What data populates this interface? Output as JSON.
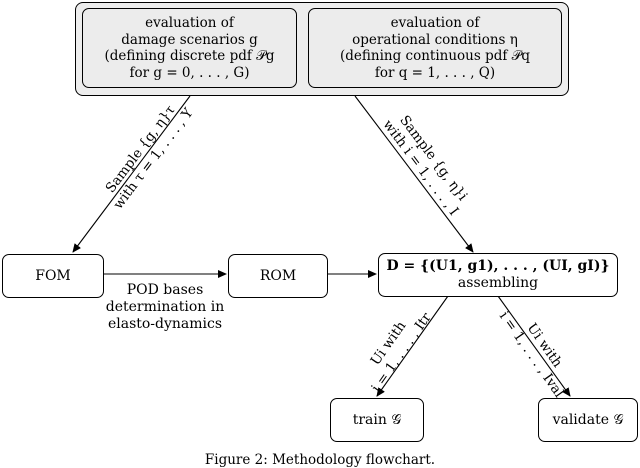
{
  "eval_damage": {
    "line1": "evaluation of",
    "line2": "damage scenarios g",
    "line3": "(defining discrete pdf 𝒫g",
    "line4": "for g = 0, . . . , G)"
  },
  "eval_operational": {
    "line1": "evaluation of",
    "line2": "operational conditions η",
    "line3": "(defining continuous pdf 𝒫q",
    "line4": "for q = 1, . . . , Q)"
  },
  "sample_left": {
    "line1": "Sample {g, η}τ",
    "line2": "with τ = 1, . . . , Y"
  },
  "sample_right": {
    "line1": "Sample {g, η}i",
    "line2": "with i = 1, . . . , I"
  },
  "fom": {
    "label": "FOM"
  },
  "rom": {
    "label": "ROM"
  },
  "pod": {
    "line1": "POD bases",
    "line2": "determination in",
    "line3": "elasto-dynamics"
  },
  "dataset": {
    "line1": "D = {(U1, g1), . . . , (UI, gI)}",
    "line2": "assembling"
  },
  "train_label": {
    "line1": "Ui with",
    "line2": "i = 1, . . . , Itr"
  },
  "val_label": {
    "line1": "Ui with",
    "line2": "i = 1, . . . , Ival"
  },
  "train": {
    "label": "train 𝒢"
  },
  "validate": {
    "label": "validate 𝒢"
  },
  "caption": {
    "text": "Figure 2: Methodology flowchart."
  }
}
